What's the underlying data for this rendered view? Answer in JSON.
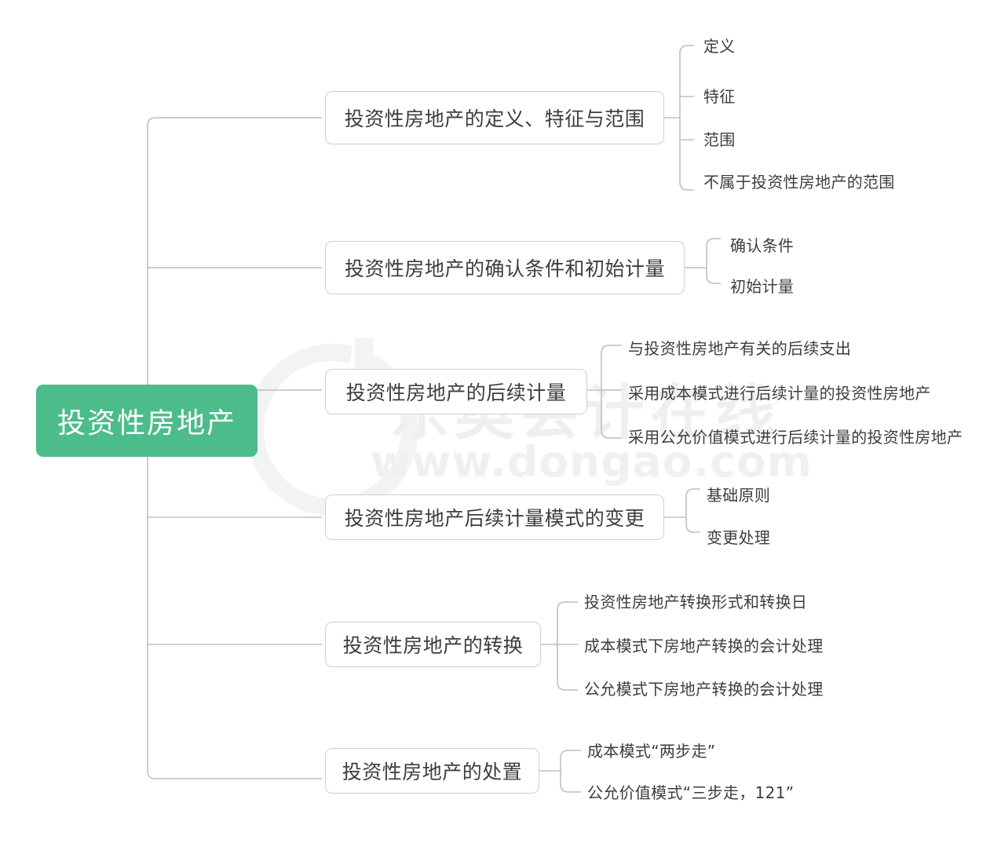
{
  "theme": {
    "root_fill": "#4cbc8b",
    "root_text": "#ffffff",
    "node_border": "#cfcfcf",
    "node_fill": "#ffffff",
    "text_color": "#3d3d3d",
    "connector_color": "#bfbfbf",
    "watermark_color": "#eef0ef",
    "canvas_background": "#ffffff"
  },
  "watermark": {
    "brand_cn": "东奥会计在线",
    "url": "www.dongao.com",
    "logo_icon": "dongao-circle-logo-icon"
  },
  "root": {
    "label": "投资性房地产"
  },
  "branches": [
    {
      "label": "投资性房地产的定义、特征与范围",
      "leaves": [
        "定义",
        "特征",
        "范围",
        "不属于投资性房地产的范围"
      ]
    },
    {
      "label": "投资性房地产的确认条件和初始计量",
      "leaves": [
        "确认条件",
        "初始计量"
      ]
    },
    {
      "label": "投资性房地产的后续计量",
      "leaves": [
        "与投资性房地产有关的后续支出",
        "采用成本模式进行后续计量的投资性房地产",
        "采用公允价值模式进行后续计量的投资性房地产"
      ]
    },
    {
      "label": "投资性房地产后续计量模式的变更",
      "leaves": [
        "基础原则",
        "变更处理"
      ]
    },
    {
      "label": "投资性房地产的转换",
      "leaves": [
        "投资性房地产转换形式和转换日",
        "成本模式下房地产转换的会计处理",
        "公允模式下房地产转换的会计处理"
      ]
    },
    {
      "label": "投资性房地产的处置",
      "leaves": [
        "成本模式“两步走”",
        "公允价值模式“三步走，121”"
      ]
    }
  ]
}
